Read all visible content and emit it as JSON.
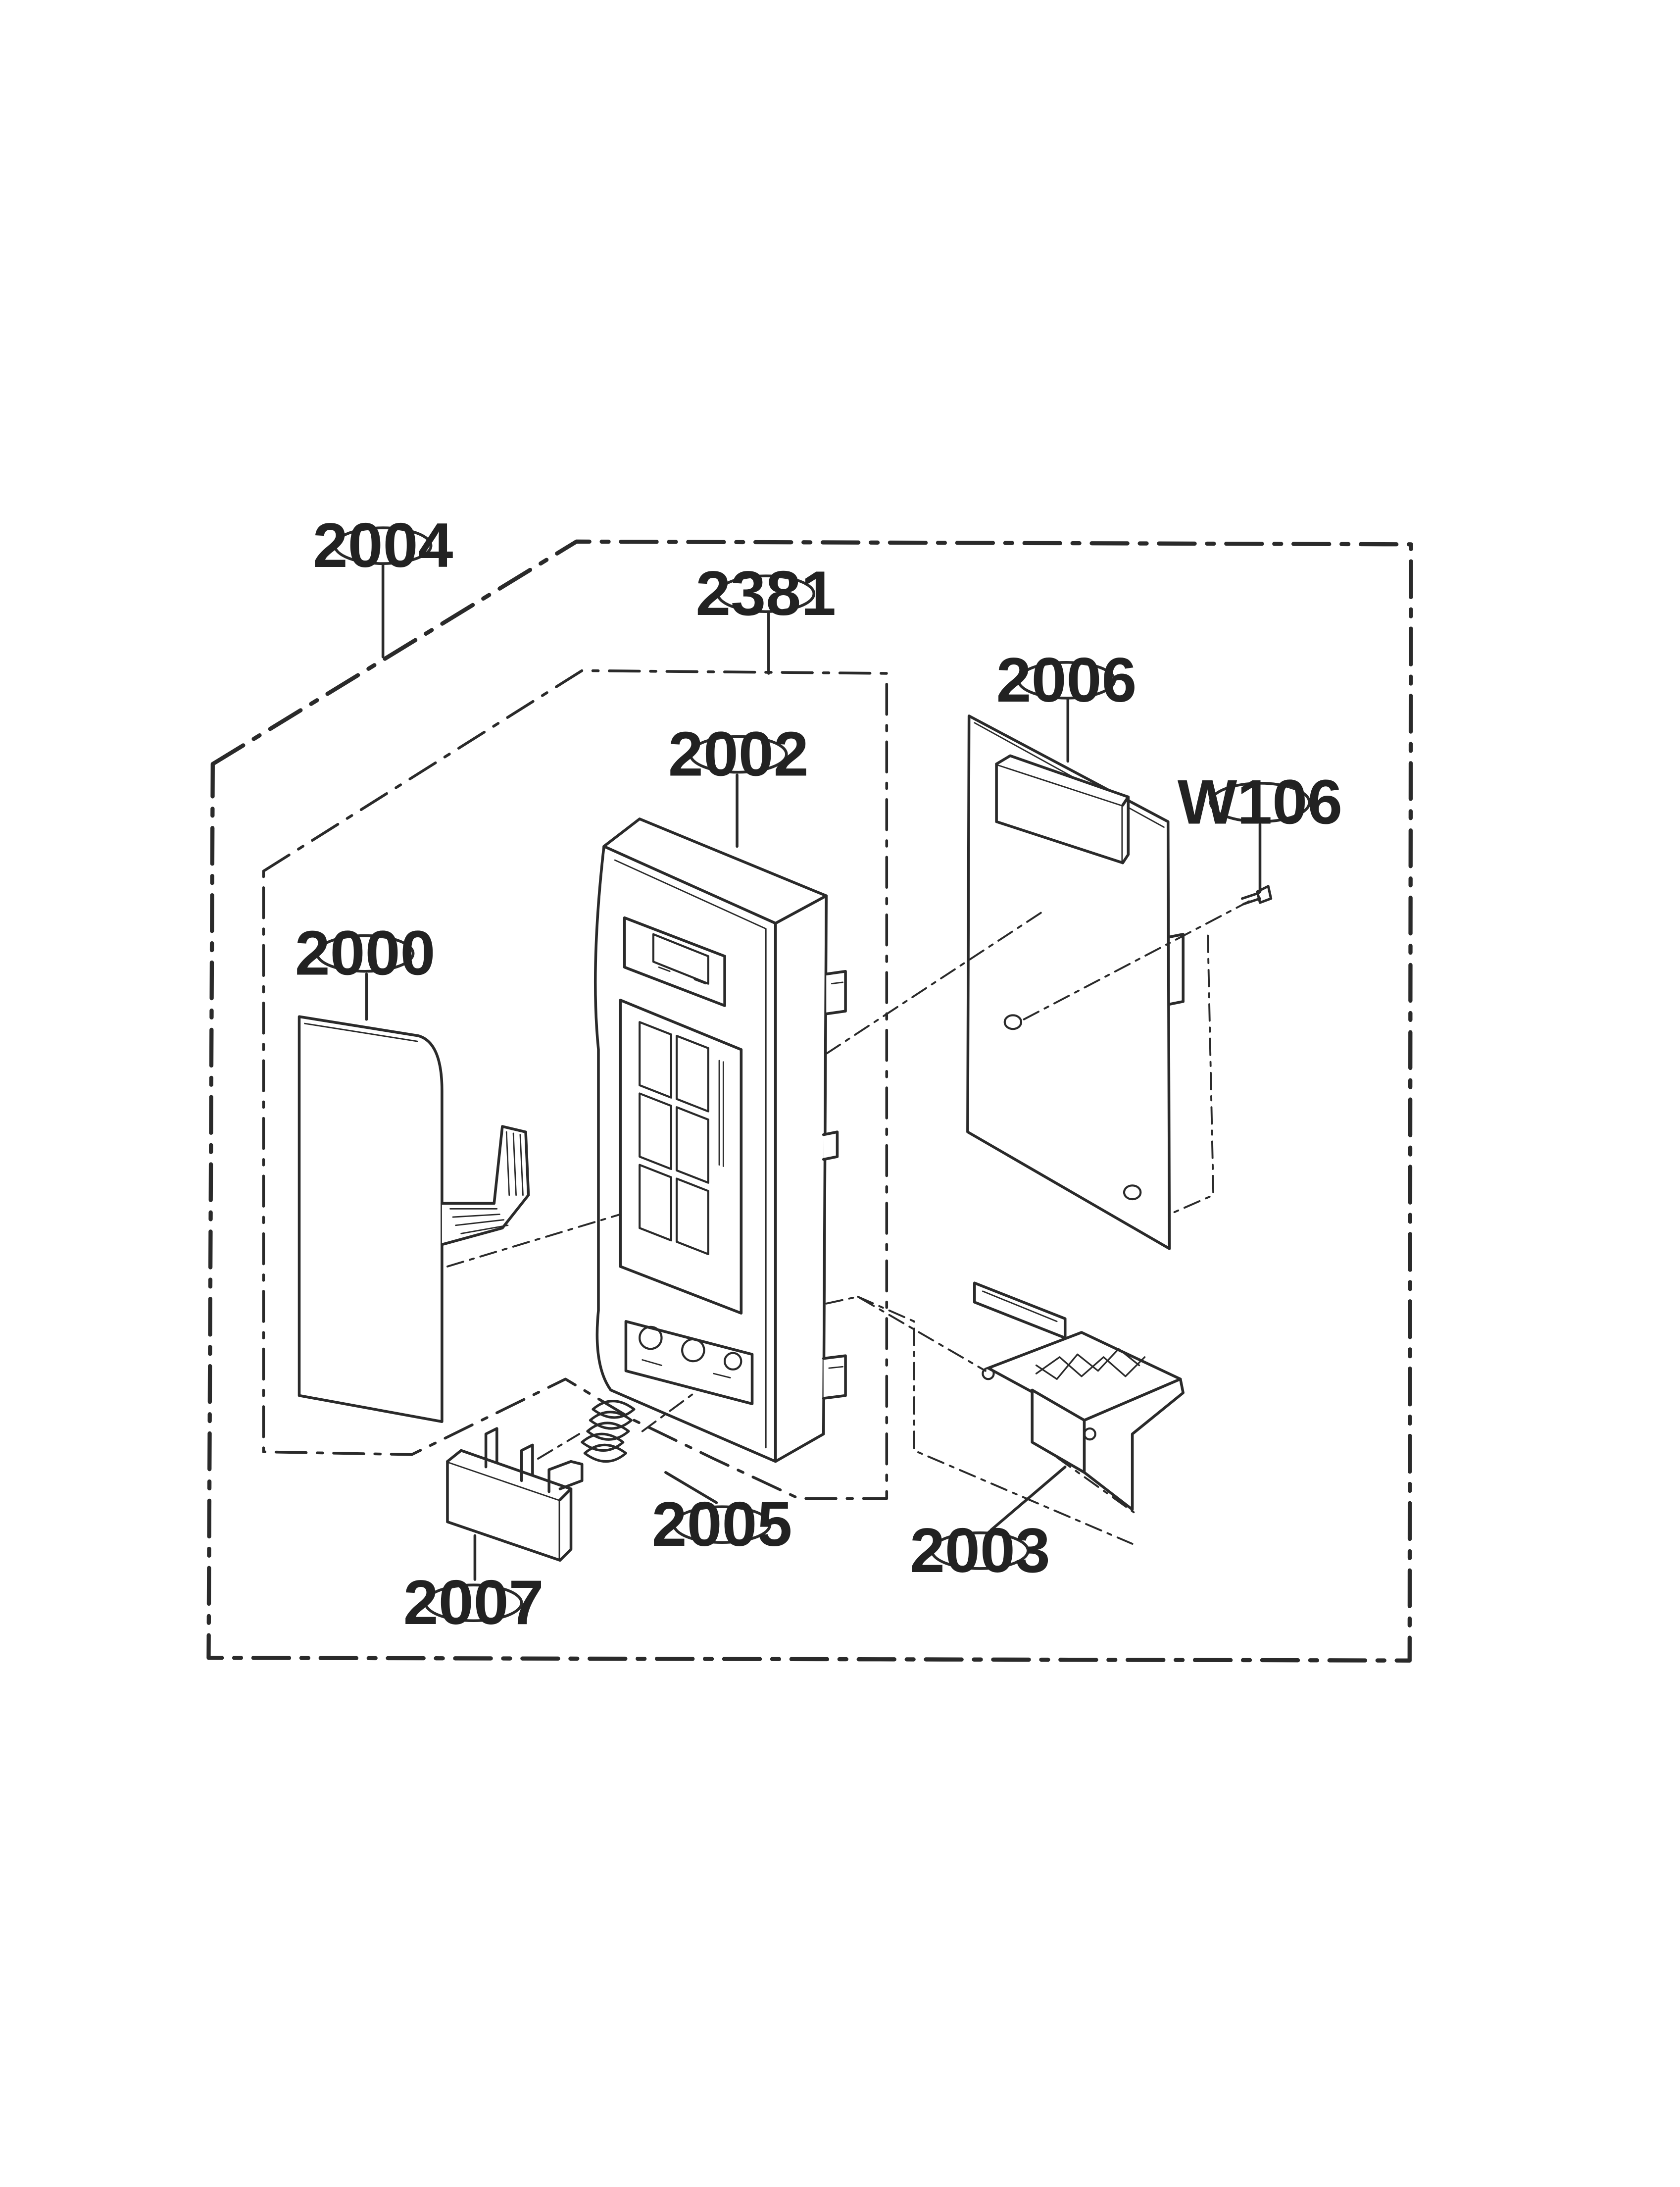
{
  "diagram": {
    "line_color": "#2a2a2a",
    "background": "#ffffff",
    "callouts": {
      "c2004": "2004",
      "c2381": "2381",
      "c2006": "2006",
      "c2002": "2002",
      "cW106": "W106",
      "c2000": "2000",
      "c2005": "2005",
      "c2003": "2003",
      "c2007": "2007"
    }
  }
}
